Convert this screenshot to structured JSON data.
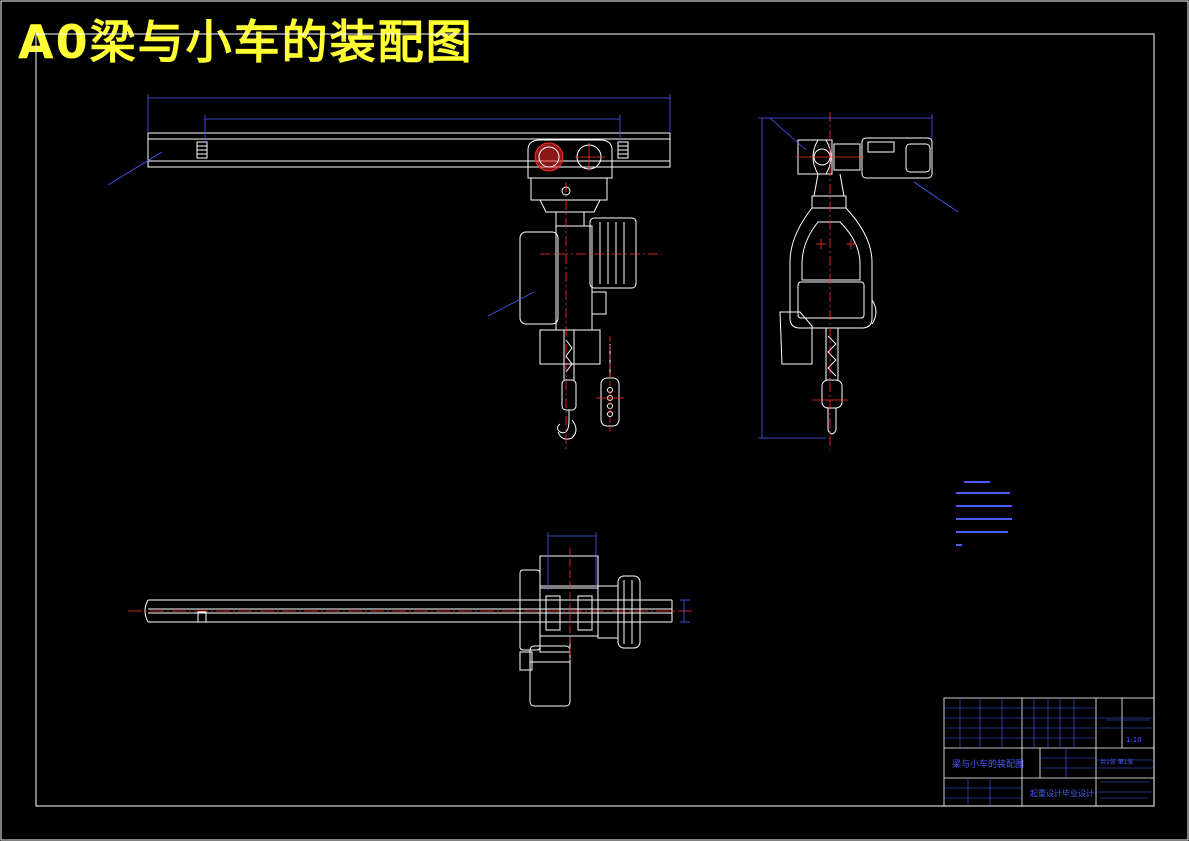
{
  "title": "A0梁与小车的装配图",
  "colors": {
    "background": "#000000",
    "outline": "#ffffff",
    "dimension": "#4a5cff",
    "centerline": "#ff3030",
    "title": "#ffff33",
    "highlight": "#ff2a2a"
  },
  "title_block": {
    "drawing_name": "梁与小车的装配图",
    "project": "起重设计毕业设计",
    "scale": "1:10",
    "sheets": "共1张 第1张"
  }
}
